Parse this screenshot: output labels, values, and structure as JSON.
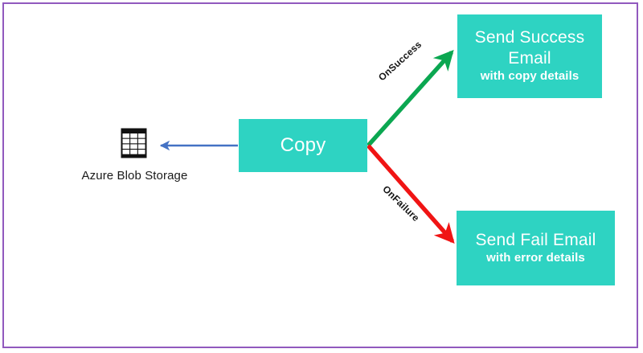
{
  "diagram": {
    "type": "pipeline-flow-diagram",
    "frame_color": "#9159be",
    "background_color": "#ffffff",
    "nodes": [
      {
        "id": "blob-storage",
        "name": "Azure Blob Storage",
        "label": "Azure Blob Storage",
        "icon": "table-grid-icon",
        "shape": "icon-with-caption",
        "text_color": "#1a1a1a"
      },
      {
        "id": "copy",
        "name": "Copy",
        "title": "Copy",
        "subtitle": "",
        "shape": "rectangle",
        "fill_color": "#2ed3c2",
        "text_color": "#ffffff"
      },
      {
        "id": "send-success-email",
        "name": "Send Success Email",
        "title": "Send Success Email",
        "subtitle": "with copy details",
        "shape": "rectangle",
        "fill_color": "#2ed3c2",
        "text_color": "#ffffff"
      },
      {
        "id": "send-fail-email",
        "name": "Send Fail Email",
        "title": "Send Fail Email",
        "subtitle": "with error details",
        "shape": "rectangle",
        "fill_color": "#2ed3c2",
        "text_color": "#ffffff"
      }
    ],
    "edges": [
      {
        "id": "copy-to-blob",
        "from": "copy",
        "to": "blob-storage",
        "label": "",
        "color": "#4472c4",
        "direction": "left"
      },
      {
        "id": "copy-to-success",
        "from": "copy",
        "to": "send-success-email",
        "label": "OnSuccess",
        "color": "#0ba751",
        "direction": "up-right"
      },
      {
        "id": "copy-to-fail",
        "from": "copy",
        "to": "send-fail-email",
        "label": "OnFailure",
        "color": "#f01414",
        "direction": "down-right"
      }
    ]
  }
}
